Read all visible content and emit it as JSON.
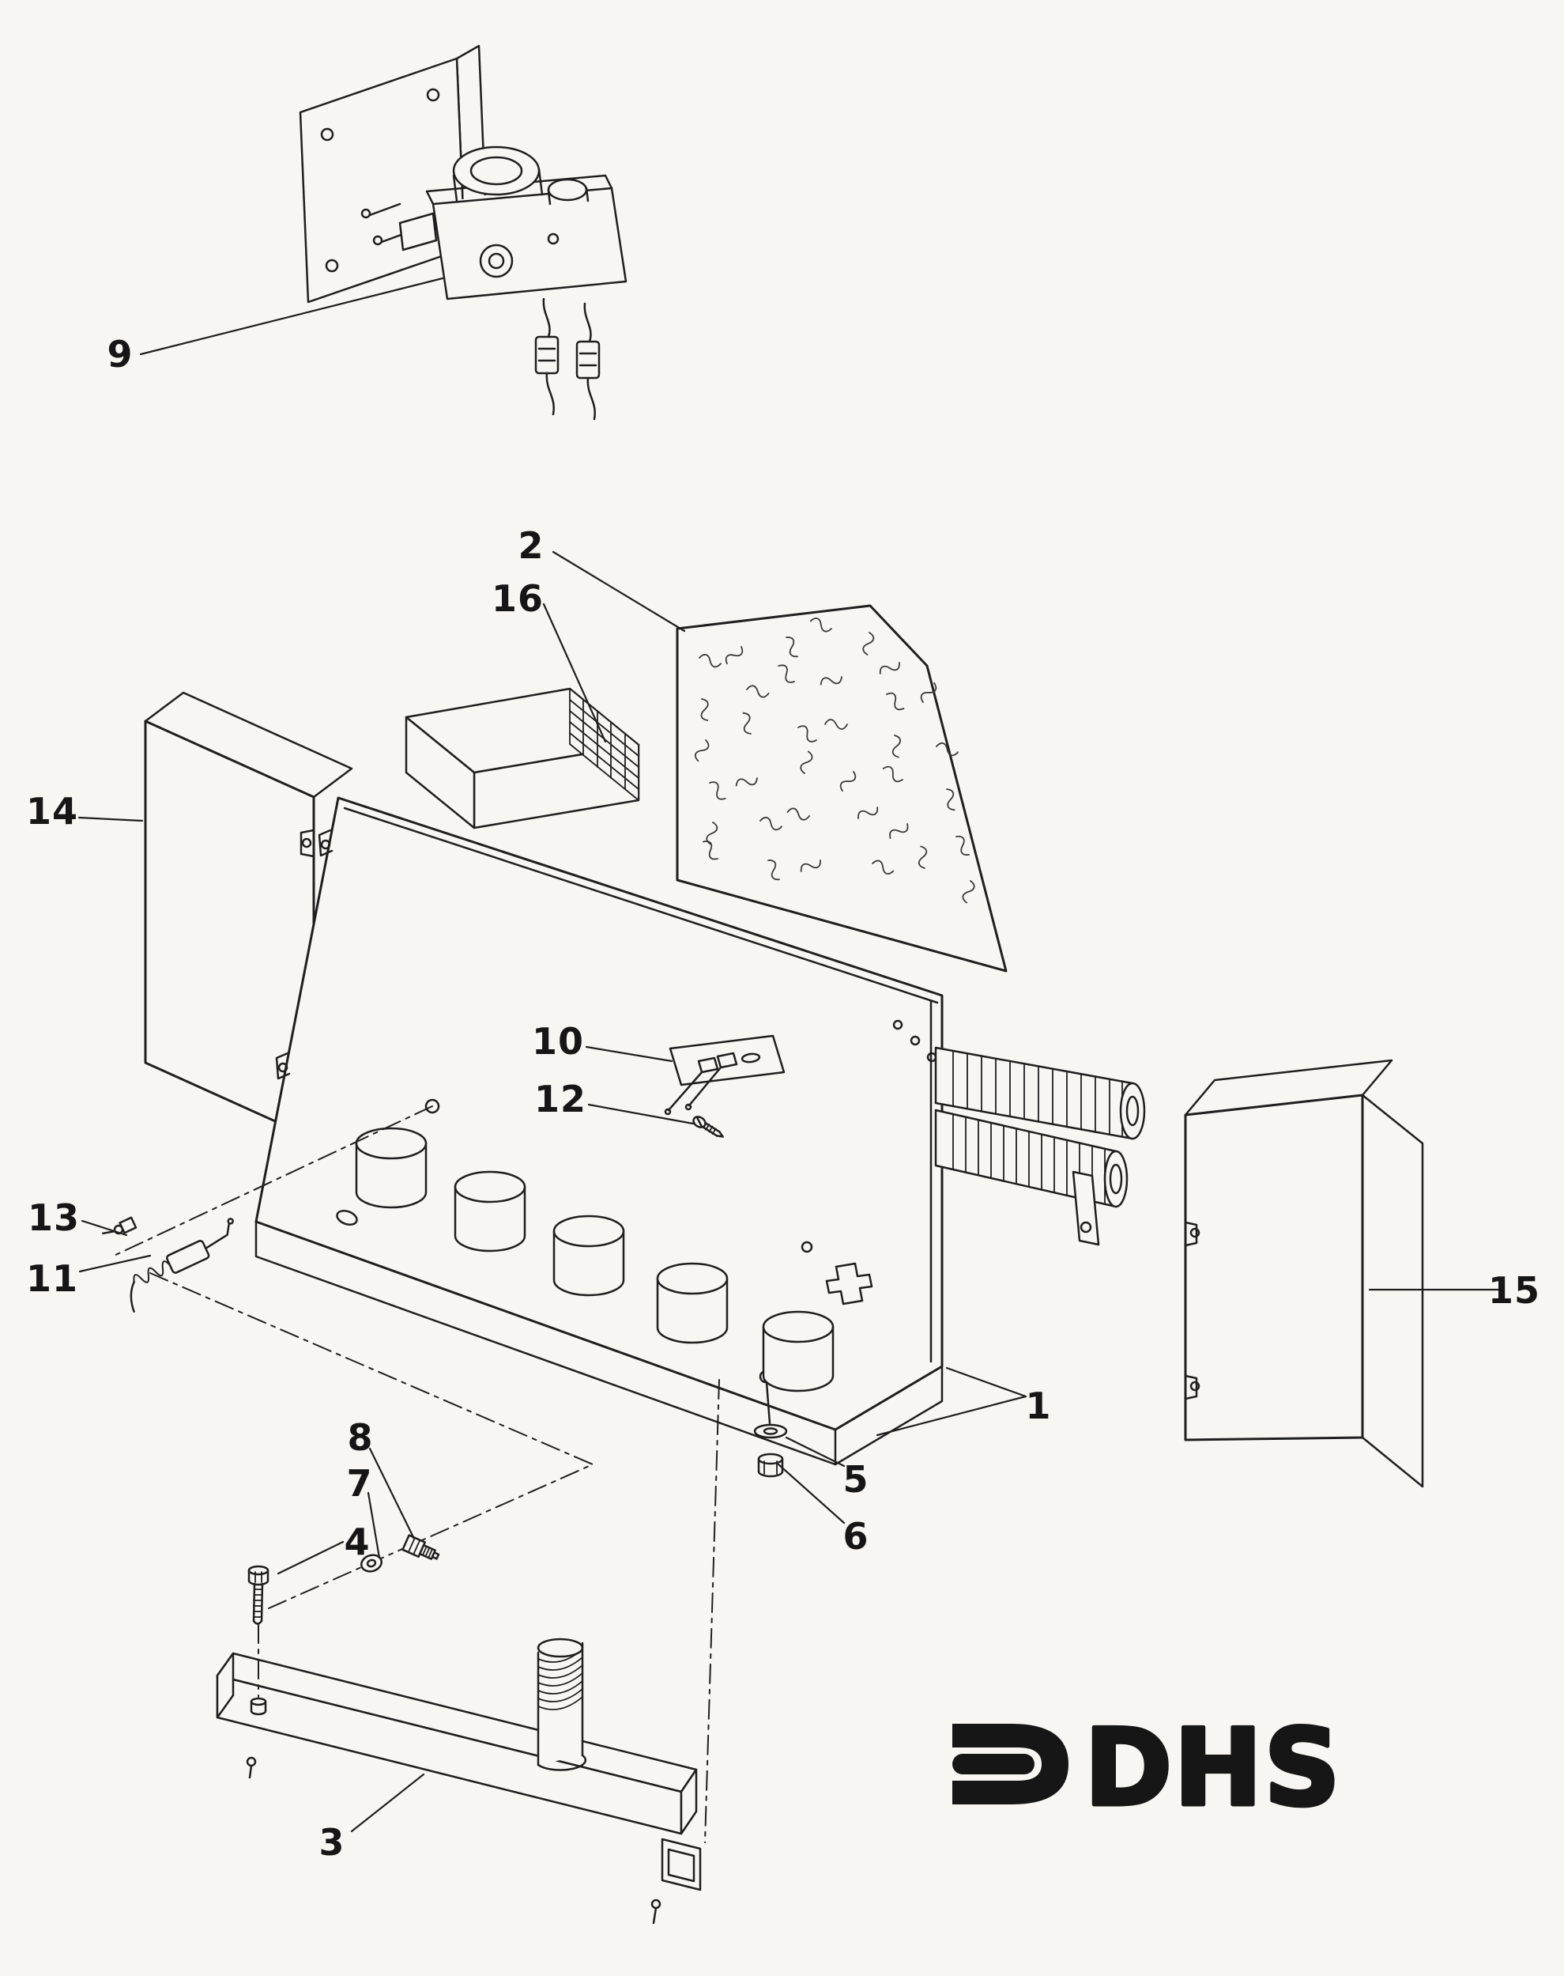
{
  "callouts": {
    "c1": "1",
    "c2": "2",
    "c3": "3",
    "c4": "4",
    "c5": "5",
    "c6": "6",
    "c7": "7",
    "c8": "8",
    "c9": "9",
    "c10": "10",
    "c11": "11",
    "c12": "12",
    "c13": "13",
    "c14": "14",
    "c15": "15",
    "c16": "16"
  },
  "logo": {
    "text": "DHS"
  },
  "colors": {
    "ink": "#1f1f1f",
    "paper": "#f7f6f2"
  }
}
